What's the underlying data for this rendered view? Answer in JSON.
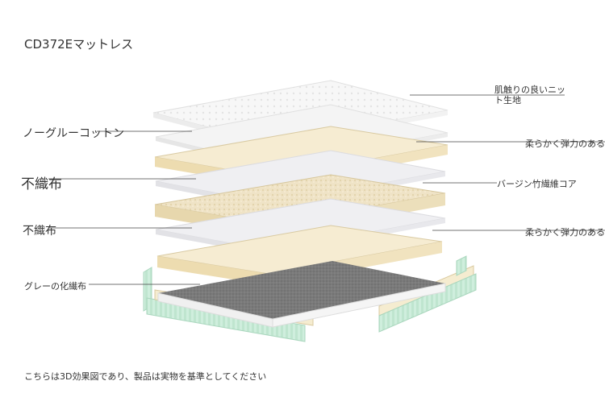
{
  "title": "CD372Eマットレス",
  "labels_left": [
    "ノーグルーコットン",
    "不織布",
    "不織布",
    "グレーの化繊布"
  ],
  "labels_right": [
    "肌触りの良いニット生地",
    "柔らかく弾力のある",
    "バージン竹繊維コア",
    "柔らかく弾力のある"
  ],
  "footnote": "こちらは3D効果図であり、製品は実物を基準としてください"
}
